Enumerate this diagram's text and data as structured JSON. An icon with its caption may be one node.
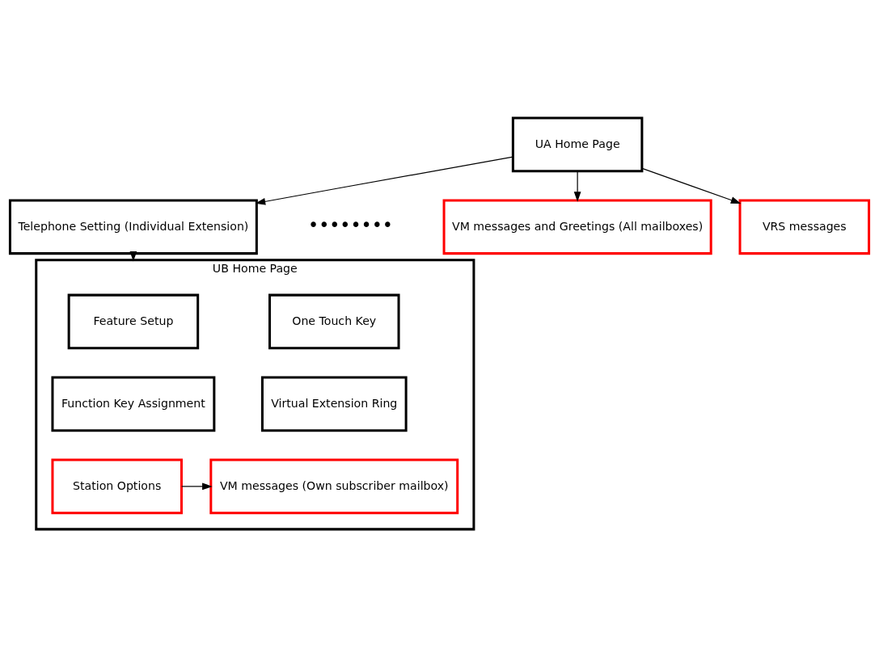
{
  "diagram": {
    "nodes": [
      {
        "text": [
          "UA Home Page"
        ]
      },
      {
        "text": [
          "Telephone Setting (Individual Extension)"
        ]
      },
      {
        "text": [
          "VM messages and Greetings (All mailboxes)"
        ]
      },
      {
        "text": [
          "VRS messages"
        ]
      },
      {
        "text": [
          "UB Home Page"
        ]
      },
      {
        "text": [
          "Feature Setup"
        ],
        "in": 4
      },
      {
        "text": [
          "One Touch Key"
        ],
        "in": 4
      },
      {
        "text": [
          "Function Key Assignment"
        ],
        "in": 4
      },
      {
        "text": [
          "Virtual Extension Ring"
        ],
        "in": 4
      },
      {
        "text": [
          "Station Options"
        ],
        "in": 4
      },
      {
        "text": [
          "VM messages (Own subscriber mailbox)"
        ],
        "in": 4
      }
    ],
    "edges": [
      {
        "from": 0,
        "to": 1,
        "arrow": "to"
      },
      {
        "from": 0,
        "to": 2,
        "arrow": "to"
      },
      {
        "from": 0,
        "to": 3,
        "arrow": "to"
      },
      {
        "from": 1,
        "to": 4,
        "arrow": "to"
      },
      {
        "from": 9,
        "to": 10,
        "arrow": "to"
      }
    ],
    "labels": [
      "••••••••"
    ]
  }
}
